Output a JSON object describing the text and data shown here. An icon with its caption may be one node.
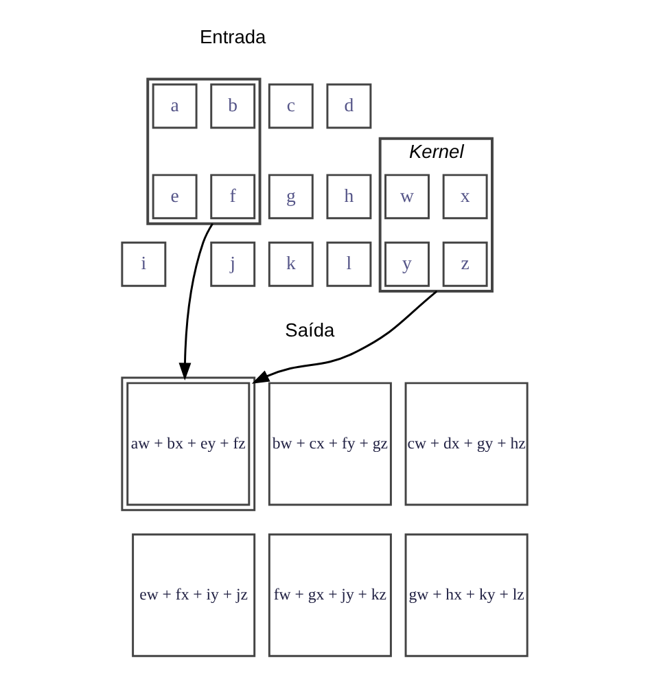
{
  "diagram": {
    "nodes": [
      {
        "text": [],
        "shape": "box"
      },
      {
        "text": [
          "a"
        ],
        "in": 0
      },
      {
        "text": [
          "b"
        ],
        "in": 0
      },
      {
        "text": [
          "c"
        ]
      },
      {
        "text": [
          "d"
        ]
      },
      {
        "text": [
          "e"
        ],
        "in": 0
      },
      {
        "text": [
          "f"
        ],
        "in": 0
      },
      {
        "text": [
          "g"
        ]
      },
      {
        "text": [
          "h"
        ]
      },
      {
        "text": [
          "i"
        ]
      },
      {
        "text": [
          "j"
        ]
      },
      {
        "text": [
          "k"
        ]
      },
      {
        "text": [
          "l"
        ]
      },
      {
        "text": [
          "Kernel"
        ]
      },
      {
        "text": [
          "w"
        ],
        "in": 13
      },
      {
        "text": [
          "x"
        ],
        "in": 13
      },
      {
        "text": [
          "y"
        ],
        "in": 13
      },
      {
        "text": [
          "z"
        ],
        "in": 13
      },
      {
        "text": [
          "aw + bx + ey + fz"
        ]
      },
      {
        "text": [
          "bw + cx + fy + gz"
        ]
      },
      {
        "text": [
          "cw + dx + gy + hz"
        ]
      },
      {
        "text": [
          "ew + fx + iy + jz"
        ]
      },
      {
        "text": [
          "fw + gx + jy + kz"
        ]
      },
      {
        "text": [
          "gw + hx + ky + lz"
        ]
      }
    ],
    "edges": [
      {
        "from": 0,
        "to": 18,
        "arrow": "to"
      },
      {
        "from": 13,
        "to": 18,
        "arrow": "to"
      }
    ],
    "labels": [
      "Entrada",
      "Saída"
    ]
  }
}
